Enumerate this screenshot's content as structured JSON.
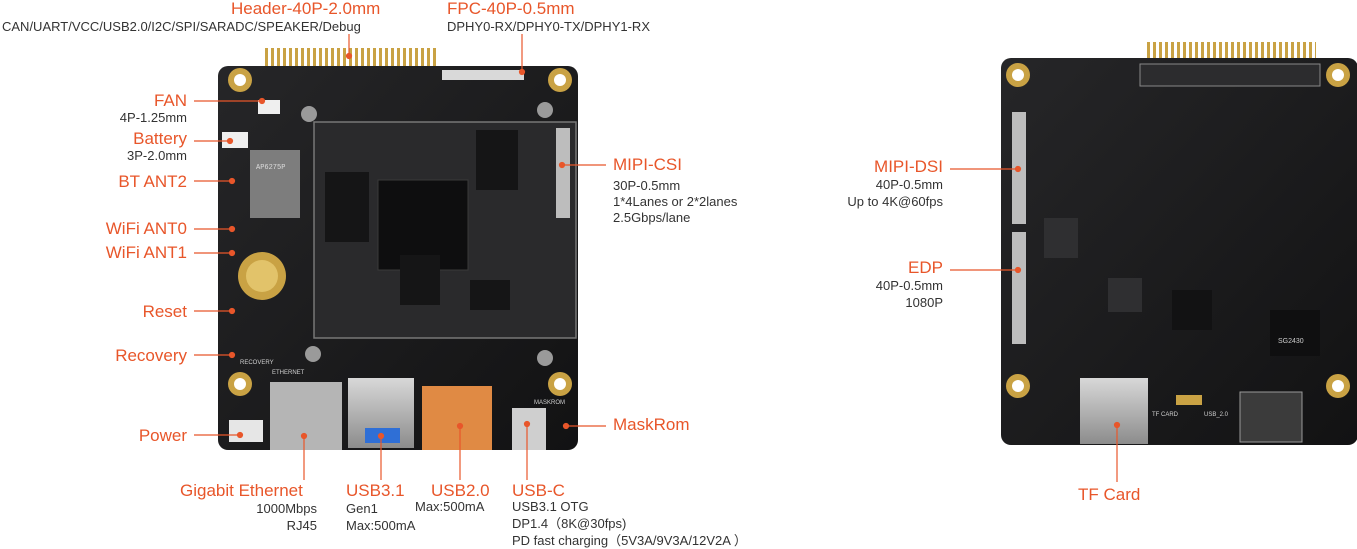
{
  "labels": {
    "header": {
      "title": "Header-40P-2.0mm",
      "desc": "CAN/UART/VCC/USB2.0/I2C/SPI/SARADC/SPEAKER/Debug"
    },
    "fpc": {
      "title": "FPC-40P-0.5mm",
      "desc": "DPHY0-RX/DPHY0-TX/DPHY1-RX"
    },
    "fan": {
      "title": "FAN",
      "desc": "4P-1.25mm"
    },
    "battery": {
      "title": "Battery",
      "desc": "3P-2.0mm"
    },
    "bt_ant2": {
      "title": "BT ANT2"
    },
    "wifi_ant0": {
      "title": "WiFi ANT0"
    },
    "wifi_ant1": {
      "title": "WiFi ANT1"
    },
    "reset": {
      "title": "Reset"
    },
    "recovery": {
      "title": "Recovery"
    },
    "power": {
      "title": "Power"
    },
    "gigabit": {
      "title": "Gigabit Ethernet",
      "lines": [
        "1000Mbps",
        "RJ45"
      ]
    },
    "usb31": {
      "title": "USB3.1",
      "lines": [
        "Gen1",
        "Max:500mA"
      ]
    },
    "usb20": {
      "title": "USB2.0",
      "lines": [
        "Max:500mA"
      ]
    },
    "usbc": {
      "title": "USB-C",
      "lines": [
        "USB3.1 OTG",
        "DP1.4（8K@30fps)",
        "PD fast charging（5V3A/9V3A/12V2A ）"
      ]
    },
    "maskrom": {
      "title": "MaskRom"
    },
    "mipi_csi": {
      "title": "MIPI-CSI",
      "lines": [
        "30P-0.5mm",
        "1*4Lanes or 2*2lanes",
        "2.5Gbps/lane"
      ]
    },
    "mipi_dsi": {
      "title": "MIPI-DSI",
      "lines": [
        "40P-0.5mm",
        "Up to 4K@60fps"
      ]
    },
    "edp": {
      "title": "EDP",
      "lines": [
        "40P-0.5mm",
        "1080P"
      ]
    },
    "tf_card": {
      "title": "TF Card"
    }
  },
  "silkscreen": {
    "module_code": "AP6275P",
    "recovery": "RECOVERY",
    "ethernet": "ETHERNET",
    "maskrom": "MASKROM",
    "tf_card": "TF CARD",
    "usb2": "USB_2.0",
    "chip_code": "SG2430"
  },
  "colors": {
    "accent": "#e8562a",
    "text": "#333333",
    "pcb": "#1b1b1d",
    "gold": "#c9a244"
  }
}
